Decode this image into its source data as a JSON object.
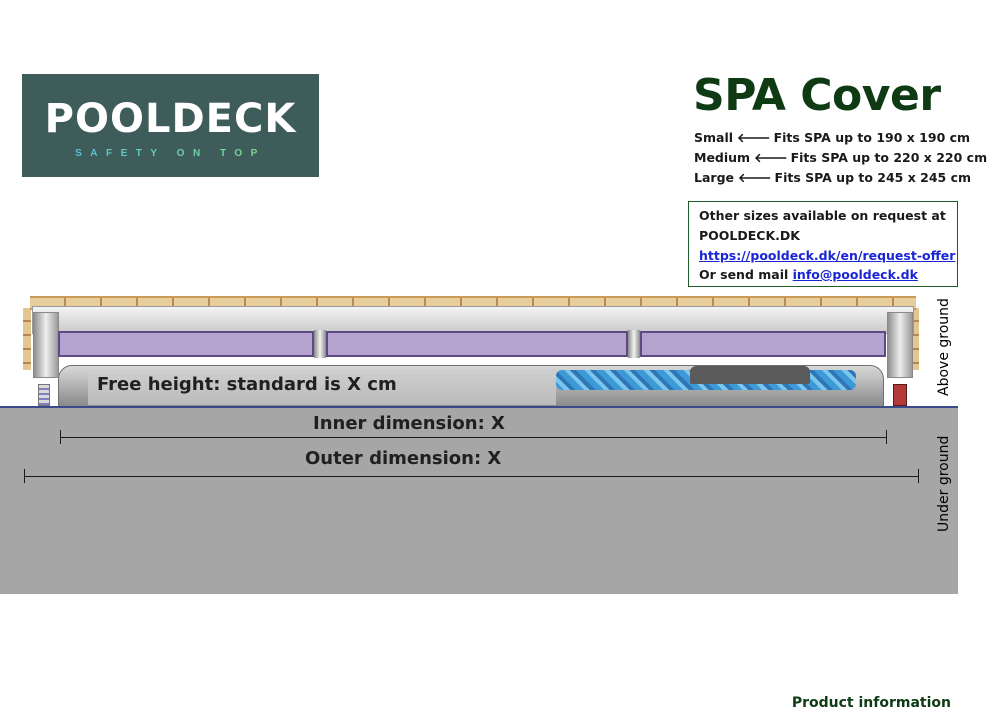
{
  "logo": {
    "word": "POOLDECK",
    "tagline": "SAFETY ON TOP"
  },
  "title": "SPA Cover",
  "sizes": [
    {
      "name": "Small",
      "arrow": "🡐",
      "desc": "Fits SPA up to 190 x 190 cm"
    },
    {
      "name": "Medium",
      "arrow": "🡐",
      "desc": "Fits SPA up to 220 x 220 cm"
    },
    {
      "name": "Large",
      "arrow": "🡐",
      "desc": "Fits SPA up to 245 x 245 cm"
    }
  ],
  "info": {
    "line1": "Other sizes available on request at",
    "line2": "POOLDECK.DK",
    "url": "https://pooldeck.dk/en/request-offer",
    "mail_prefix": "Or send mail ",
    "mail": "info@pooldeck.dk"
  },
  "diagram": {
    "free_height": "Free height: standard is X cm",
    "inner": "Inner dimension: X",
    "outer": "Outer dimension: X",
    "above": "Above ground",
    "under": "Under ground"
  },
  "footer": "Product information",
  "colors": {
    "logo_bg": "#3d5c5a",
    "title": "#0e3a14",
    "ground": "#a6a6a6",
    "panel": "#b5a2cf",
    "link": "#1a26d6"
  }
}
